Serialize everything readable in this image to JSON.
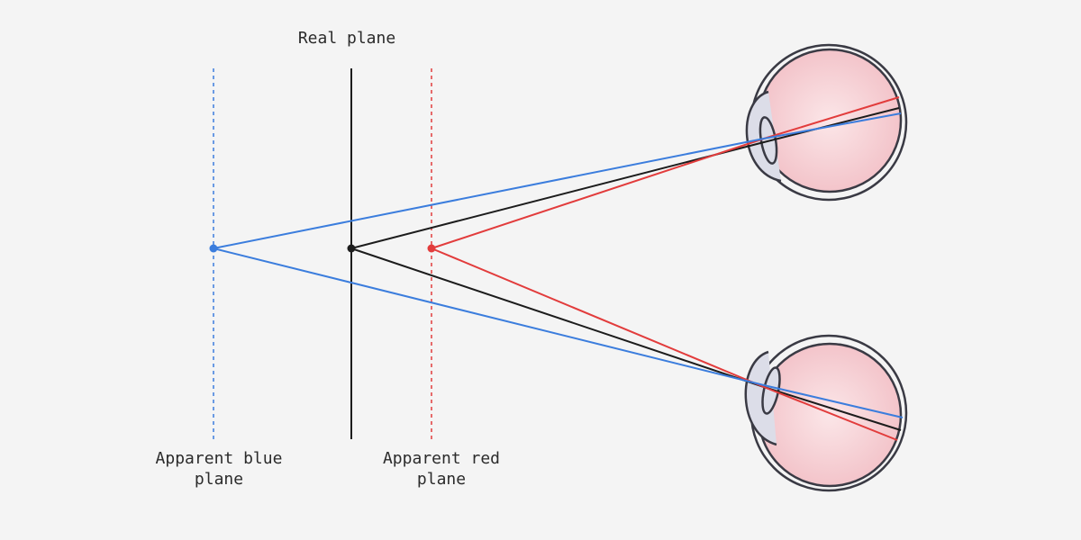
{
  "labels": {
    "real_plane": "Real plane",
    "apparent_blue": [
      "Apparent blue",
      "plane"
    ],
    "apparent_red": [
      "Apparent red",
      "plane"
    ]
  },
  "colors": {
    "background": "#f4f4f4",
    "blue": "#3b7ddd",
    "red": "#e23c3c",
    "black": "#1c1c1c",
    "eye_fill": "#f7d6da",
    "eye_outline": "#3a3a44",
    "lens_fill": "#dcdde8"
  },
  "icons": [
    "eye-top-icon",
    "eye-bottom-icon"
  ]
}
